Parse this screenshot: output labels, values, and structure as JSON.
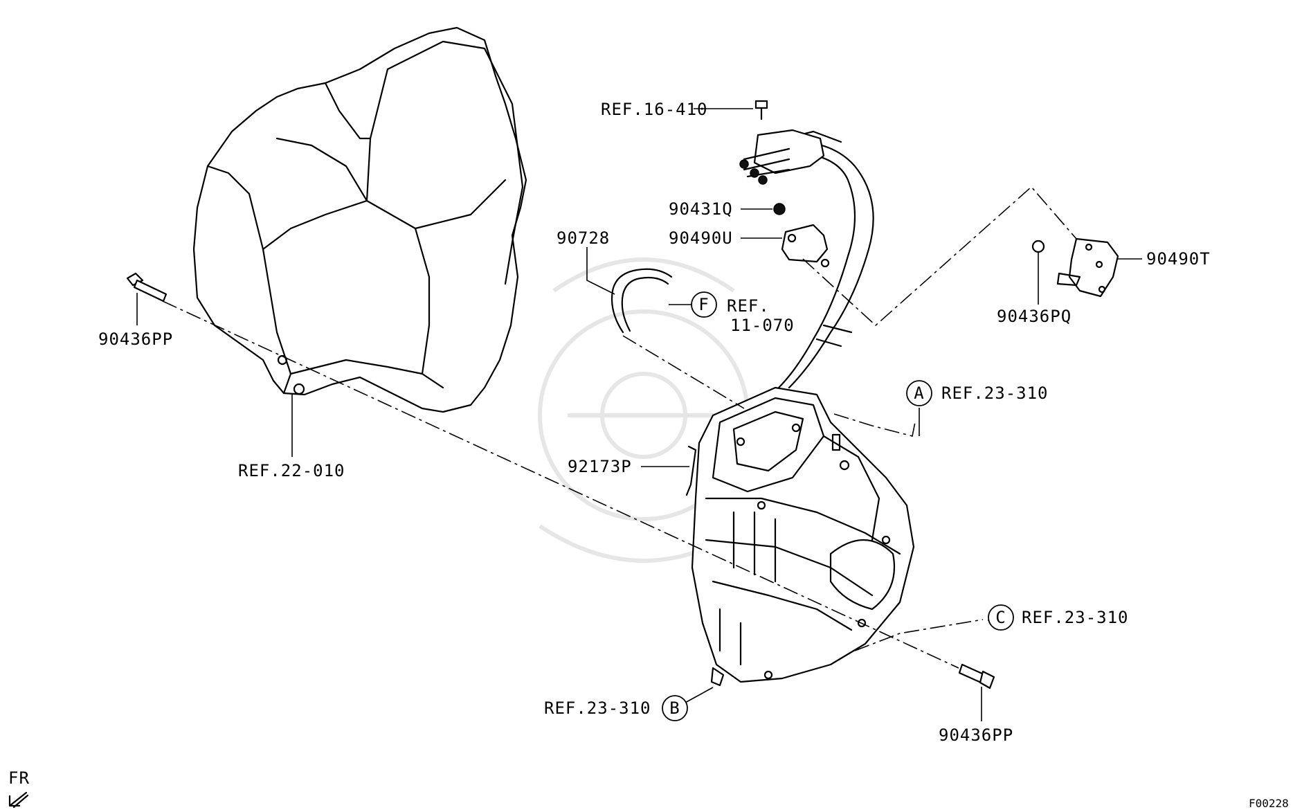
{
  "callouts": {
    "ref_16_410": "REF.16-410",
    "p_90431Q": "90431Q",
    "p_90490U": "90490U",
    "p_90728": "90728",
    "p_90490T": "90490T",
    "p_90436PQ": "90436PQ",
    "p_90436PP_left": "90436PP",
    "p_90436PP_right": "90436PP",
    "ref_22_010": "REF.22-010",
    "ref_23_310_a": "REF.23-310",
    "ref_23_310_c": "REF.23-310",
    "ref_23_310_b": "REF.23-310",
    "p_92173P": "92173P",
    "ref_f_line1": "REF.",
    "ref_f_line2": "11-070"
  },
  "circle_letters": {
    "a": "A",
    "b": "B",
    "c": "C",
    "f": "F"
  },
  "direction": {
    "label": "FR"
  },
  "figure_code": "F00228"
}
